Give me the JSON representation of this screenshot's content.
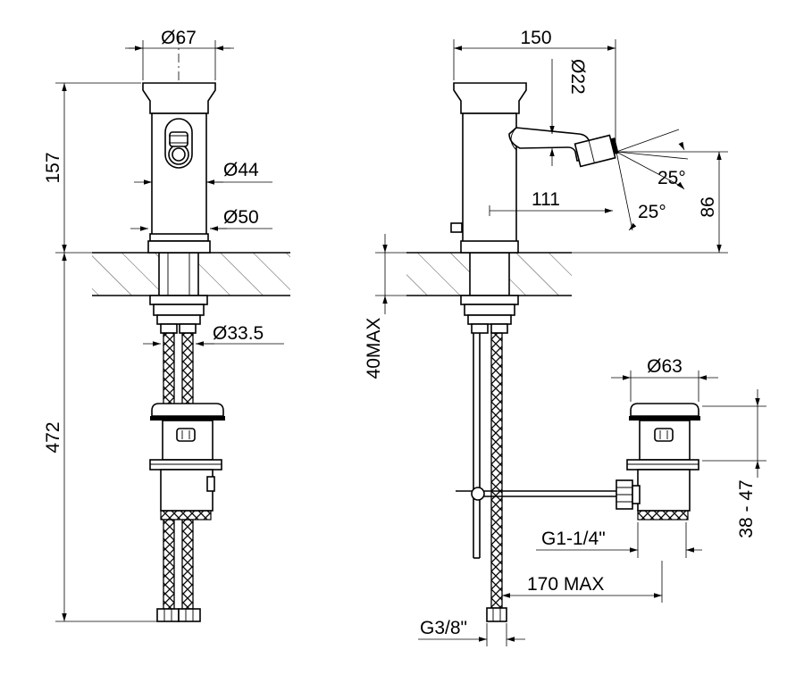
{
  "dimensions": {
    "dia67": "Ø67",
    "h157": "157",
    "dia44": "Ø44",
    "dia50": "Ø50",
    "dia33_5": "Ø33.5",
    "h472": "472",
    "w150": "150",
    "dia22": "Ø22",
    "angle1": "25°",
    "angle2": "25°",
    "h86": "86",
    "w111": "111",
    "h40max": "40MAX",
    "dia63": "Ø63",
    "g1_14": "G1-1/4\"",
    "range38_47": "38 - 47",
    "w170max": "170 MAX",
    "g3_8": "G3/8\""
  }
}
